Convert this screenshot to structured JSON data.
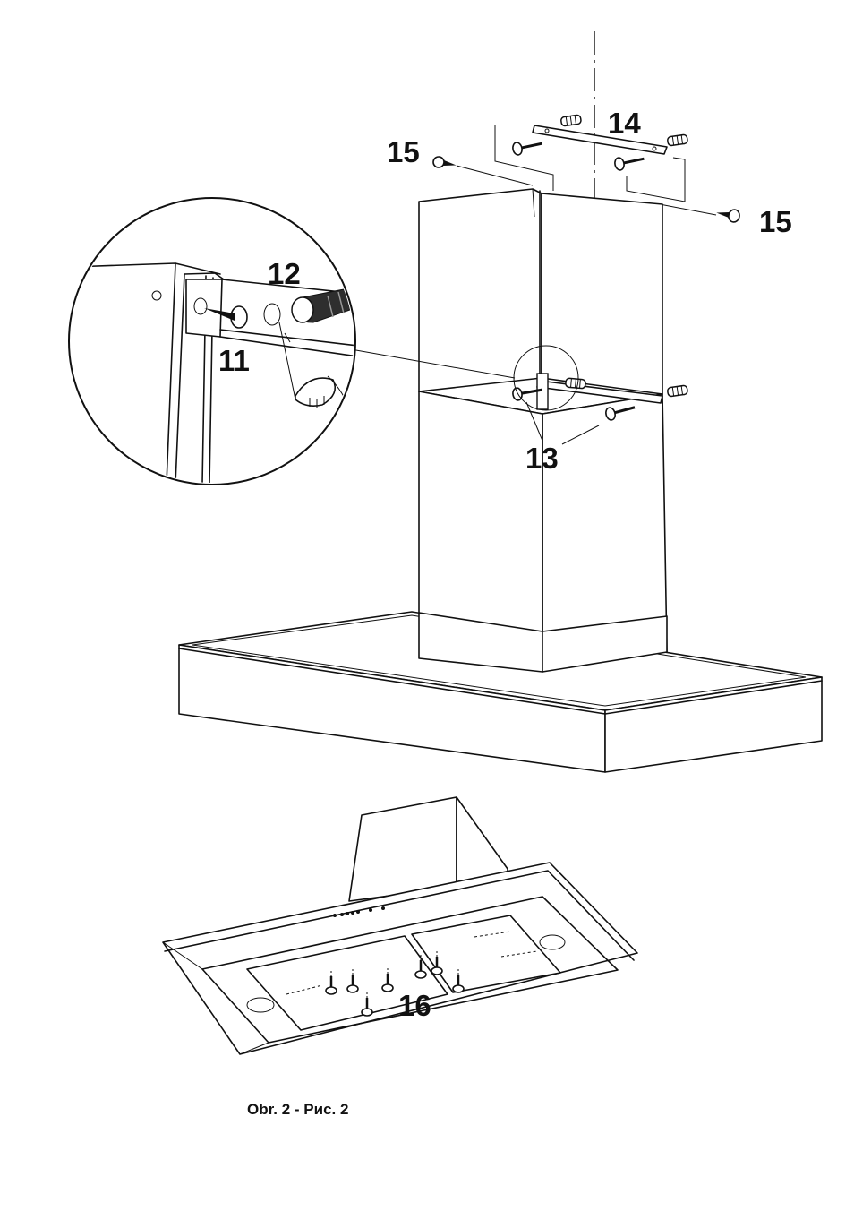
{
  "figure": {
    "caption": "Obr. 2 - Рис. 2"
  },
  "callouts": {
    "c11": "11",
    "c12": "12",
    "c13": "13",
    "c14": "14",
    "c15_left": "15",
    "c15_right": "15",
    "c16": "16"
  },
  "parts": {
    "screws": "screw-icon",
    "wall_plugs": "wall-plug-icon",
    "bracket": "bracket-icon",
    "hood": "range-hood-icon",
    "pencil": "pencil-icon",
    "magnifier": "detail-circle-icon"
  }
}
